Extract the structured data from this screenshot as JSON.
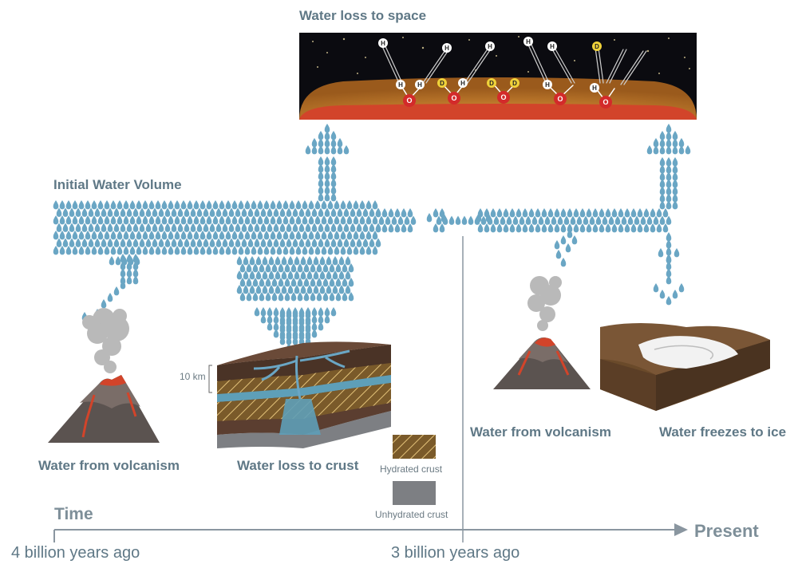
{
  "titles": {
    "water_loss_space": "Water loss to space",
    "initial_volume": "Initial Water Volume"
  },
  "stages": {
    "volcanism_early": "Water from volcanism",
    "loss_to_crust": "Water loss to crust",
    "volcanism_late": "Water from volcanism",
    "freezes": "Water freezes to ice"
  },
  "crust": {
    "depth_label": "10 km",
    "legend_hydrated": "Hydrated crust",
    "legend_unhydrated": "Unhydrated crust"
  },
  "timeline": {
    "axis_label": "Time",
    "end_label": "Present",
    "tick_start": "4 billion years ago",
    "tick_mid": "3 billion years ago"
  },
  "molecules": {
    "atoms": [
      "H",
      "H",
      "H",
      "H",
      "D",
      "H",
      "D",
      "D",
      "H",
      "H",
      "D",
      "H",
      "H",
      "H"
    ],
    "oxygen": [
      "O",
      "O",
      "O",
      "O",
      "O"
    ]
  },
  "colors": {
    "label": "#5f7886",
    "drop": "#6aa6c4",
    "space": "#0b0b10",
    "atmosphere": "#c9822e",
    "surface": "#d2442a",
    "rock": "#5b3e30",
    "hydrated": "#7a5a2a",
    "water_layer": "#5e9fb8",
    "unhydrated": "#7d7f83"
  }
}
